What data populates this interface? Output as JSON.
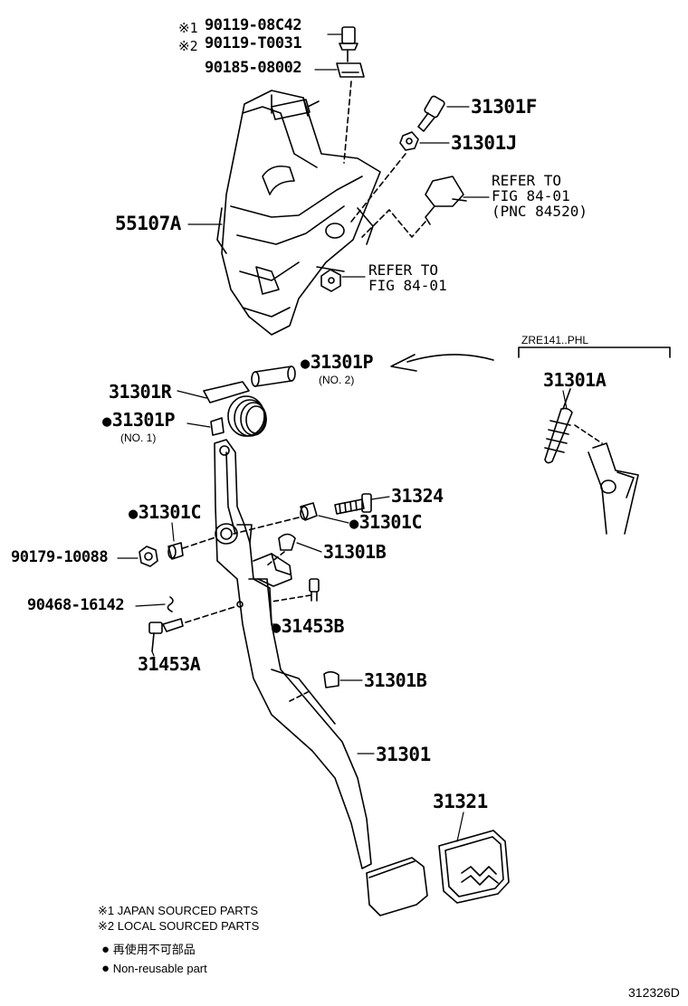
{
  "labels": {
    "p1a": "90119-08C42",
    "p1a_mark": "※1",
    "p1b": "90119-T0031",
    "p1b_mark": "※2",
    "p2": "90185-08002",
    "p3": "31301F",
    "p4": "31301J",
    "p5": "55107A",
    "ref1_l1": "REFER TO",
    "ref1_l2": "FIG 84-01",
    "ref1_l3": "(PNC 84520)",
    "ref2_l1": "REFER TO",
    "ref2_l2": "FIG 84-01",
    "p6": "31301P",
    "p6_sub": "(NO. 2)",
    "p7": "31301R",
    "p8": "31301P",
    "p8_sub": "(NO. 1)",
    "variant": "ZRE141..PHL",
    "p9": "31301A",
    "p10": "31324",
    "p11": "31301C",
    "p12": "31301C",
    "p13": "90179-10088",
    "p14": "31301B",
    "p15": "90468-16142",
    "p16": "31453B",
    "p17": "31453A",
    "p18": "31301B",
    "p19": "31301",
    "p20": "31321"
  },
  "legend": {
    "note1": "※1 JAPAN SOURCED PARTS",
    "note2": "※2 LOCAL SOURCED PARTS",
    "jp": "再使用不可部品",
    "en": "Non-reusable part"
  },
  "figure_id": "312326D"
}
